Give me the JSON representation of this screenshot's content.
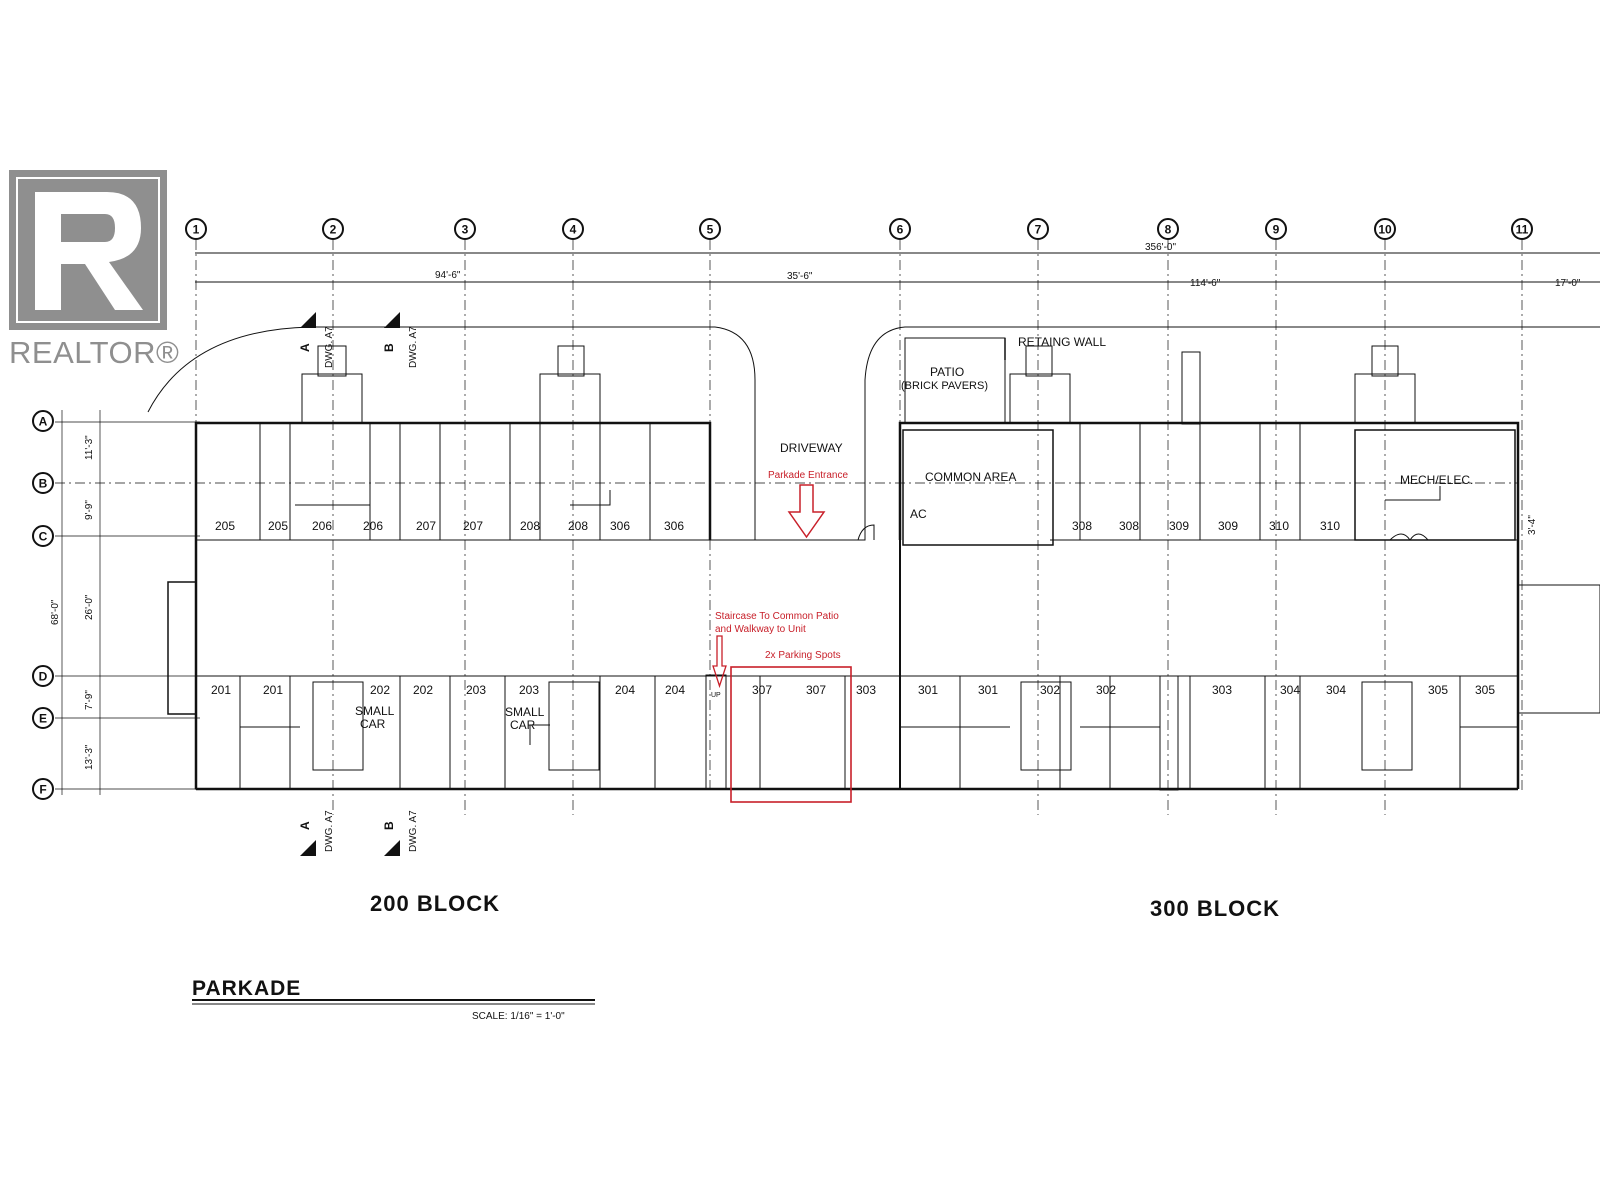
{
  "logo": {
    "text": "REALTOR®"
  },
  "grid_columns": [
    "1",
    "2",
    "3",
    "4",
    "5",
    "6",
    "7",
    "8",
    "9",
    "10",
    "11"
  ],
  "grid_rows": [
    "A",
    "B",
    "C",
    "D",
    "E",
    "F"
  ],
  "dimensions": {
    "overall": "356'-0\"",
    "bays": [
      "94'-6\"",
      "35'-6\"",
      "114'-6\"",
      "17'-0\""
    ],
    "rows": [
      "11'-3\"",
      "9'-9\"",
      "26'-0\"",
      "7'-9\"",
      "13'-3\""
    ],
    "total_depth": "68'-0\"",
    "side": "3'-4\""
  },
  "labels": {
    "driveway": "DRIVEWAY",
    "retaining_wall": "RETAING WALL",
    "patio": "PATIO",
    "patio_sub": "(BRICK PAVERS)",
    "common_area": "COMMON AREA",
    "ac": "AC",
    "mech": "MECH/ELEC.",
    "small_car": "SMALL",
    "car": "CAR",
    "dwg": "DWG. A7",
    "up": "UP"
  },
  "annotations": {
    "parkade_entrance": "Parkade Entrance",
    "staircase_line1": "Staircase To Common Patio",
    "staircase_line2": "and Walkway to Unit",
    "parking_spots": "2x Parking Spots"
  },
  "top_stalls": [
    "205",
    "205",
    "206",
    "206",
    "207",
    "207",
    "208",
    "208",
    "306",
    "306",
    "308",
    "308",
    "309",
    "309",
    "310",
    "310"
  ],
  "bottom_stalls": [
    "201",
    "201",
    "202",
    "202",
    "203",
    "203",
    "204",
    "204",
    "307",
    "307",
    "303",
    "301",
    "301",
    "302",
    "302",
    "303",
    "304",
    "304",
    "305",
    "305"
  ],
  "blocks": {
    "left": "200 BLOCK",
    "right": "300 BLOCK"
  },
  "title": "PARKADE",
  "scale": "SCALE: 1/16\" = 1'-0\"",
  "colors": {
    "line": "#111111",
    "annotation": "#c8202a",
    "logo": "#8f8f8f"
  }
}
